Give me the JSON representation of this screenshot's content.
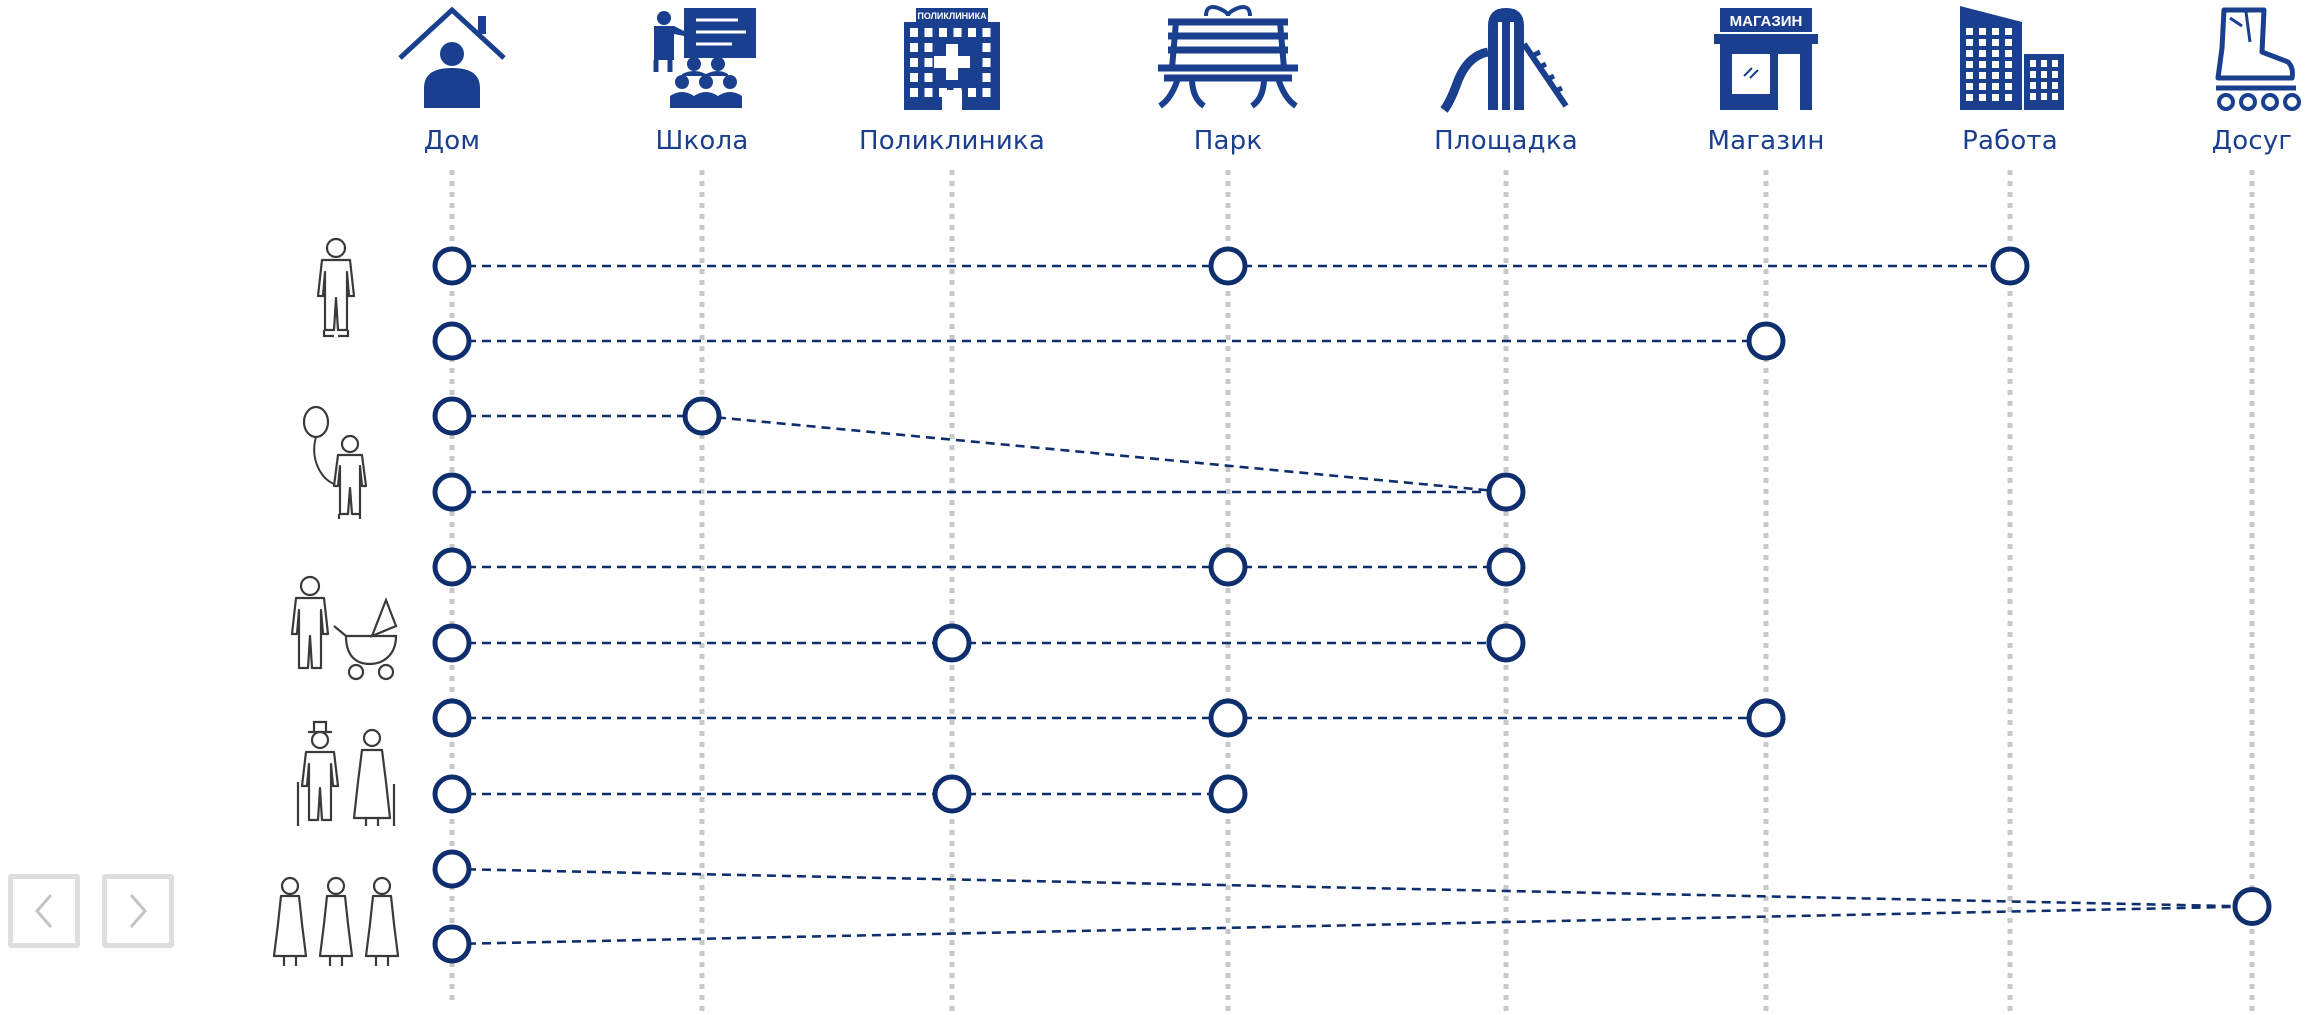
{
  "columns": [
    {
      "key": "dom",
      "label": "Дом",
      "icon": "house-person-icon"
    },
    {
      "key": "shkola",
      "label": "Школа",
      "icon": "school-teacher-icon"
    },
    {
      "key": "poliklinika",
      "label": "Поликлиника",
      "icon": "clinic-building-icon",
      "sign": "ПОЛИКЛИНИКА"
    },
    {
      "key": "park",
      "label": "Парк",
      "icon": "park-bench-icon"
    },
    {
      "key": "ploshchadka",
      "label": "Площадка",
      "icon": "playground-slide-icon"
    },
    {
      "key": "magazin",
      "label": "Магазин",
      "icon": "shop-icon",
      "sign": "МАГАЗИН"
    },
    {
      "key": "rabota",
      "label": "Работа",
      "icon": "office-building-icon"
    },
    {
      "key": "dosug",
      "label": "Досуг",
      "icon": "roller-skate-icon"
    }
  ],
  "groups": [
    {
      "icon": "adult-man-icon",
      "rows": [
        0,
        1
      ]
    },
    {
      "icon": "child-with-balloon-icon",
      "rows": [
        2,
        3
      ]
    },
    {
      "icon": "parent-with-stroller-icon",
      "rows": [
        4,
        5
      ]
    },
    {
      "icon": "elderly-couple-icon",
      "rows": [
        6,
        7
      ]
    },
    {
      "icon": "three-women-icon",
      "rows": [
        8,
        9
      ]
    }
  ],
  "routes": [
    {
      "nodes": [
        "dom",
        "park",
        "rabota"
      ]
    },
    {
      "nodes": [
        "dom",
        "magazin"
      ]
    },
    {
      "nodes": [
        "dom",
        "shkola",
        "ploshchadka"
      ]
    },
    {
      "nodes": [
        "dom",
        "ploshchadka"
      ]
    },
    {
      "nodes": [
        "dom",
        "park",
        "ploshchadka"
      ]
    },
    {
      "nodes": [
        "dom",
        "poliklinika",
        "ploshchadka"
      ]
    },
    {
      "nodes": [
        "dom",
        "park",
        "magazin"
      ]
    },
    {
      "nodes": [
        "dom",
        "poliklinika",
        "park"
      ]
    },
    {
      "nodes": [
        "dom",
        "dosug"
      ]
    },
    {
      "nodes": [
        "dom",
        "dosug"
      ]
    }
  ],
  "shared_nodes": [
    {
      "column": "ploshchadka",
      "rows": [
        2,
        3
      ]
    },
    {
      "column": "dosug",
      "rows": [
        8,
        9
      ]
    }
  ],
  "navigation": {
    "prev": "chevron-left-icon",
    "next": "chevron-right-icon"
  },
  "colors": {
    "accent": "#1a3f8f",
    "node": "#0f2e6e",
    "guide": "#c8c8c8",
    "outline": "#3a3a3a",
    "nav_border": "#dedede"
  }
}
